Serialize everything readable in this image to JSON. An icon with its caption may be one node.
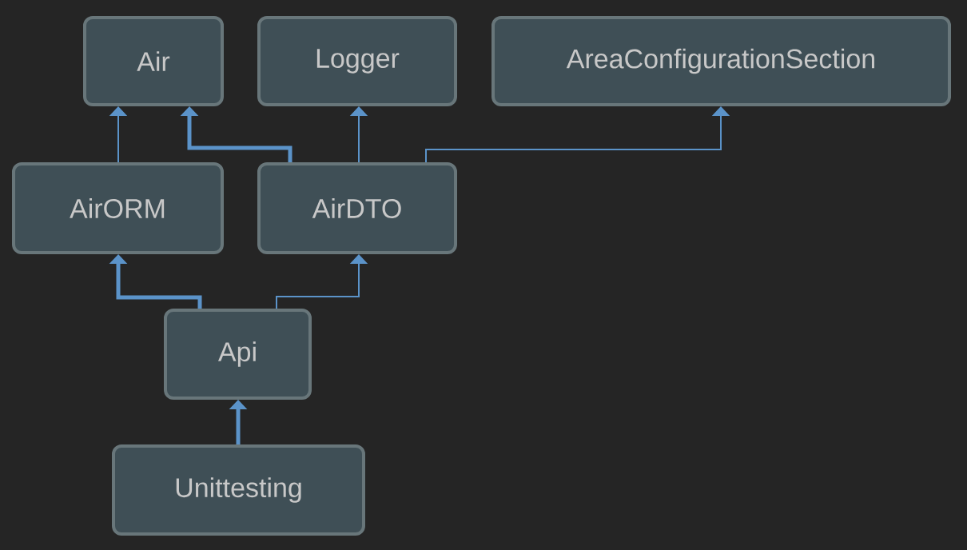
{
  "diagram": {
    "nodes": [
      {
        "text": [
          "Air"
        ]
      },
      {
        "text": [
          "Logger"
        ]
      },
      {
        "text": [
          "AreaConfigurationSection"
        ]
      },
      {
        "text": [
          "AirORM"
        ]
      },
      {
        "text": [
          "AirDTO"
        ]
      },
      {
        "text": [
          "Api"
        ]
      },
      {
        "text": [
          "Unittesting"
        ]
      }
    ],
    "edges": [
      {
        "from": 3,
        "to": 0,
        "arrow": "to"
      },
      {
        "from": 4,
        "to": 0,
        "arrow": "to",
        "style": "thick"
      },
      {
        "from": 4,
        "to": 1,
        "arrow": "to"
      },
      {
        "from": 4,
        "to": 2,
        "arrow": "to"
      },
      {
        "from": 5,
        "to": 3,
        "arrow": "to",
        "style": "thick"
      },
      {
        "from": 5,
        "to": 4,
        "arrow": "to"
      },
      {
        "from": 6,
        "to": 5,
        "arrow": "to",
        "style": "thick"
      }
    ]
  }
}
